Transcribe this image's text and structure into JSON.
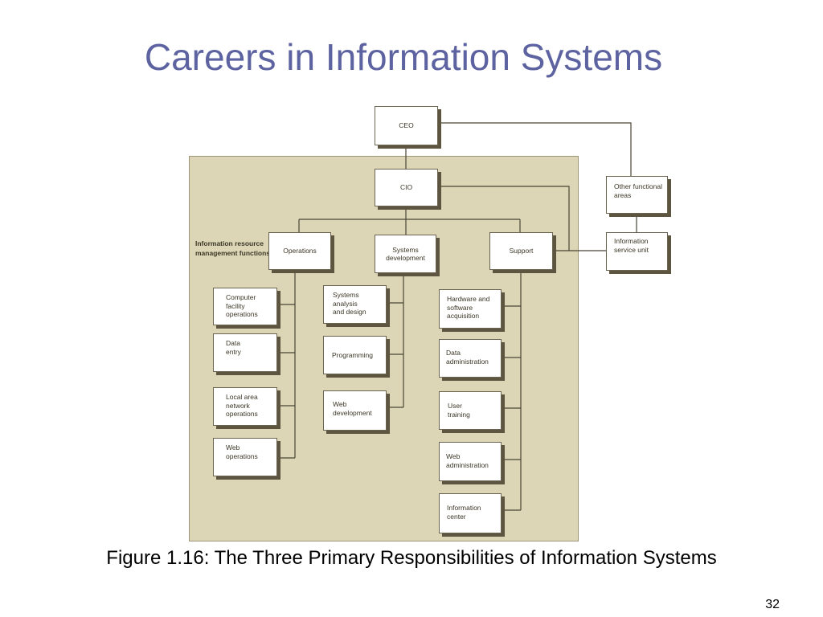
{
  "slide": {
    "title": "Careers in Information Systems",
    "caption": "Figure 1.16: The Three Primary Responsibilities of Information Systems",
    "page_number": "32"
  },
  "diagram": {
    "panel_label": "Information resource management functions",
    "ceo": "CEO",
    "cio": "CIO",
    "other_functional_areas": "Other functional areas",
    "information_service_unit": "Information service unit",
    "operations": "Operations",
    "systems_development": "Systems development",
    "support": "Support",
    "operations_items": [
      "Computer facility operations",
      "Data entry",
      "Local area network operations",
      "Web operations"
    ],
    "systems_development_items": [
      "Systems analysis and design",
      "Programming",
      "Web development"
    ],
    "support_items": [
      "Hardware and software acquisition",
      "Data administration",
      "User training",
      "Web administration",
      "Information center"
    ]
  }
}
